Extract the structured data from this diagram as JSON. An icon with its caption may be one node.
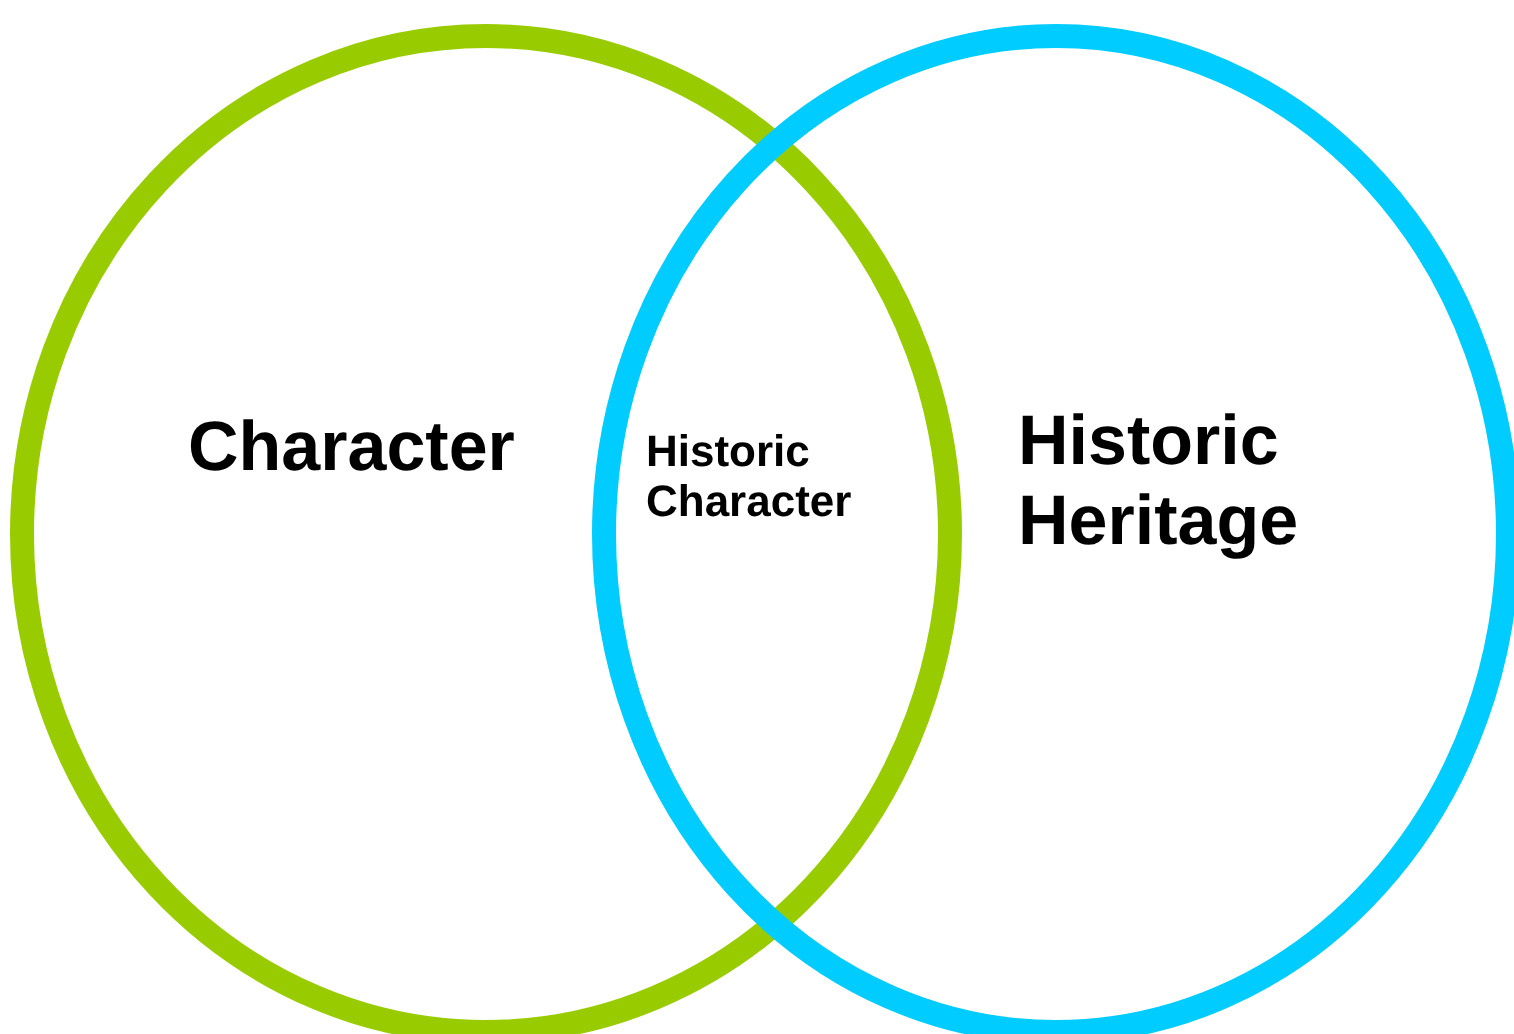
{
  "diagram": {
    "nodes": [
      {
        "text": [
          "Character"
        ]
      },
      {
        "text": [
          "Historic Heritage"
        ]
      }
    ],
    "labels": [
      "Historic Character"
    ]
  }
}
